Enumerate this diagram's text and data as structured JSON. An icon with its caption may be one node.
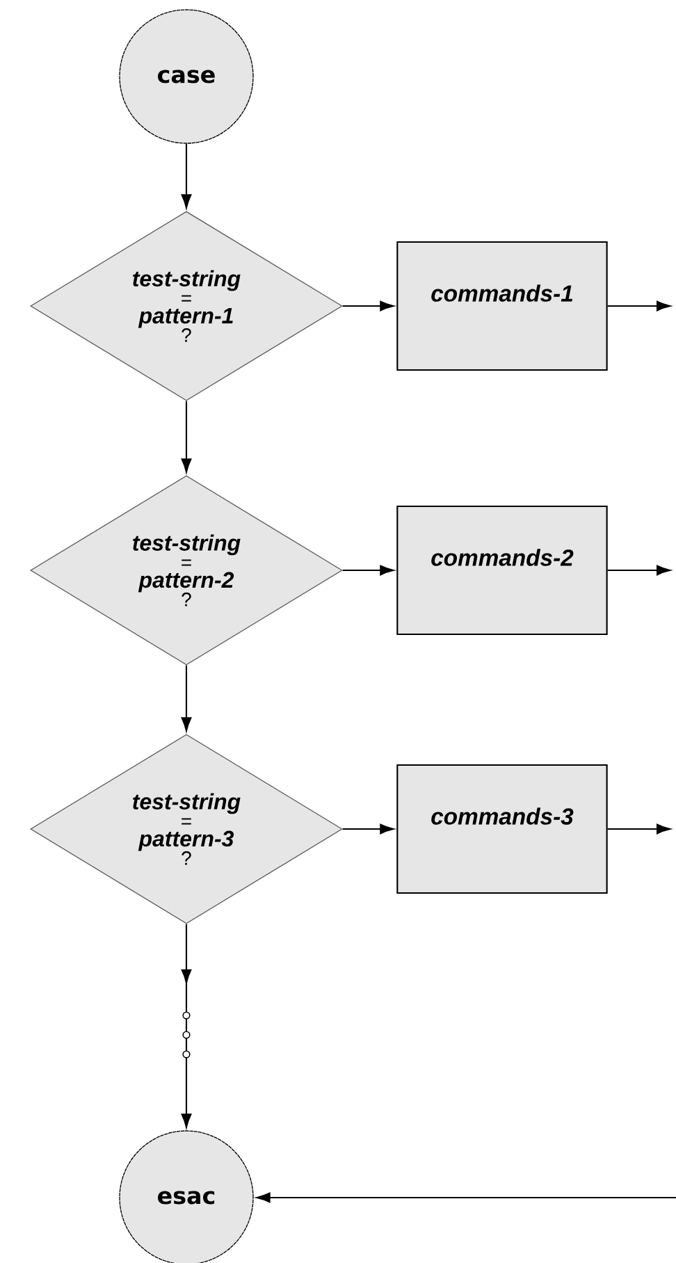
{
  "diagram": {
    "nodes": [
      {
        "text": [
          "case"
        ]
      },
      {
        "text": [
          "test-string",
          "=",
          "pattern-1",
          "?"
        ]
      },
      {
        "text": [
          "commands-1"
        ]
      },
      {
        "text": [
          "test-string",
          "=",
          "pattern-2",
          "?"
        ]
      },
      {
        "text": [
          "commands-2"
        ]
      },
      {
        "text": [
          "test-string",
          "=",
          "pattern-3",
          "?"
        ]
      },
      {
        "text": [
          "commands-3"
        ]
      },
      {
        "text": [
          "esac"
        ]
      }
    ],
    "edges": [
      {
        "from": 0,
        "to": 1,
        "arrow": "to"
      },
      {
        "from": 1,
        "to": 2,
        "arrow": "to"
      },
      {
        "from": 2,
        "to": null,
        "arrow": "to"
      },
      {
        "from": 1,
        "to": 3,
        "arrow": "to"
      },
      {
        "from": 3,
        "to": 4,
        "arrow": "to"
      },
      {
        "from": 4,
        "to": null,
        "arrow": "to"
      },
      {
        "from": 3,
        "to": 5,
        "arrow": "to"
      },
      {
        "from": 5,
        "to": 6,
        "arrow": "to"
      },
      {
        "from": 6,
        "to": null,
        "arrow": "to"
      },
      {
        "from": 5,
        "to": 7,
        "arrow": "to"
      },
      {
        "from": null,
        "to": 7,
        "arrow": "to"
      }
    ]
  }
}
